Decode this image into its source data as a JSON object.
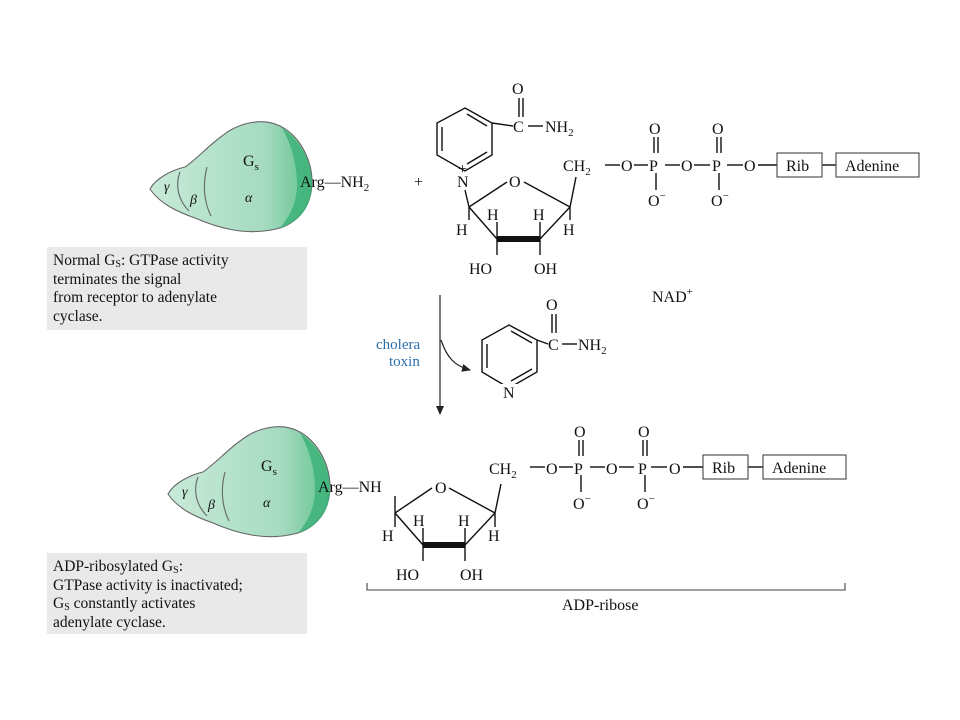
{
  "top": {
    "protein": {
      "gs": "G",
      "gs_sub": "s",
      "alpha": "α",
      "beta": "β",
      "gamma": "γ"
    },
    "arg_group": "Arg—NH",
    "arg_group_sub": "2",
    "plus": "+",
    "nicotinamide_carbonyl_o": "O",
    "nicotinamide_c": "C",
    "nicotinamide_nh2": "NH",
    "nh2_sub": "2",
    "ring_n": "N",
    "ring_charge": "+",
    "ring_o": "O",
    "h": "H",
    "ho": "HO",
    "oh": "OH",
    "ch2": "CH",
    "ch2_sub": "2",
    "o": "O",
    "p": "P",
    "o_minus": "O",
    "minus": "−",
    "rib": "Rib",
    "adenine": "Adenine",
    "nad": "NAD",
    "nad_sup": "+",
    "caption": {
      "line1a": "Normal G",
      "line1_sub": "S",
      "line1b": ": GTPase activity",
      "line2": "terminates the signal",
      "line3": "from receptor to adenylate",
      "line4": "cyclase."
    }
  },
  "middle": {
    "enzyme_line1": "cholera",
    "enzyme_line2": "toxin",
    "released_n": "N",
    "released_o": "O",
    "released_c": "C",
    "released_nh2": "NH",
    "released_nh2_sub": "2"
  },
  "bottom": {
    "protein": {
      "gs": "G",
      "gs_sub": "s",
      "alpha": "α",
      "beta": "β",
      "gamma": "γ"
    },
    "arg_group": "Arg—NH",
    "ring_o": "O",
    "h": "H",
    "ho": "HO",
    "oh": "OH",
    "ch2": "CH",
    "ch2_sub": "2",
    "o": "O",
    "p": "P",
    "minus": "−",
    "rib": "Rib",
    "adenine": "Adenine",
    "adp_ribose": "ADP-ribose",
    "caption": {
      "line1a": "ADP-ribosylated G",
      "line1_sub": "S",
      "line1b": ":",
      "line2": "GTPase activity is inactivated;",
      "line3a": "G",
      "line3_sub": "S",
      "line3b": " constantly activates",
      "line4": "adenylate cyclase."
    }
  },
  "colors": {
    "protein_fill": "#a9dcc4",
    "protein_edge": "#3fb37a",
    "caption_bg": "#e9e9e9",
    "enzyme_text": "#2a6fae"
  }
}
